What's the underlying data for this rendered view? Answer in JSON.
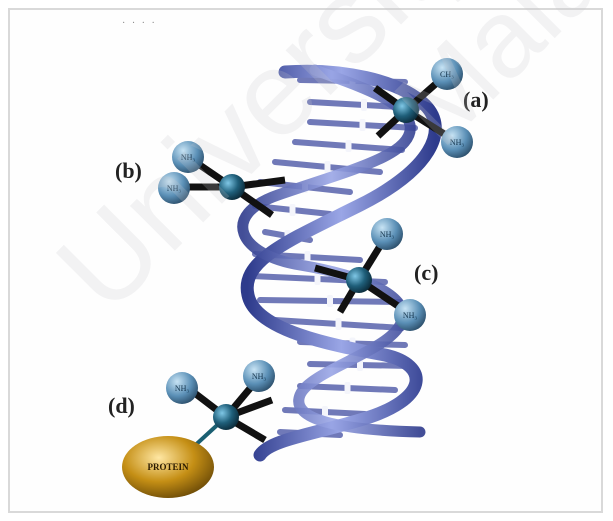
{
  "figure": {
    "top_mark": "·  ·  ·  ·",
    "labels": {
      "a": "(a)",
      "b": "(b)",
      "c": "(c)",
      "d": "(d)"
    },
    "atom_text": {
      "ch3": "CH₃",
      "nh3": "NH₃"
    },
    "protein_label": "PROTEIN",
    "watermark": "University of Malaya",
    "colors": {
      "helix_strand": "#3f4fa8",
      "helix_light": "#8f9be0",
      "rung": "#6f7ab8",
      "rung_highlight": "#f1f1f7",
      "metal_center": "#1f5f7a",
      "ligand": "#5a8fb6",
      "bond": "#111111",
      "protein": "#b8860b"
    }
  }
}
